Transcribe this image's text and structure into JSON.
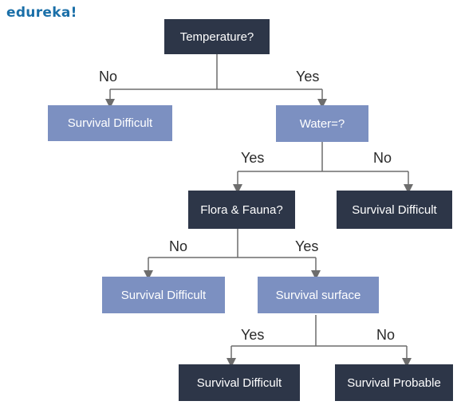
{
  "brand": {
    "logo": "edureka!"
  },
  "colors": {
    "dark_node": "#2d3648",
    "light_node": "#7c90c1",
    "connector": "#6d6d6d",
    "logo": "#1a6fa8"
  },
  "nodes": {
    "temperature": "Temperature?",
    "survival_difficult_1": "Survival Difficult",
    "water": "Water=?",
    "flora_fauna": "Flora & Fauna?",
    "survival_difficult_2": "Survival Difficult",
    "survival_difficult_3": "Survival Difficult",
    "survival_surface": "Survival surface",
    "survival_difficult_4": "Survival Difficult",
    "survival_probable": "Survival Probable"
  },
  "edges": {
    "temperature_no": "No",
    "temperature_yes": "Yes",
    "water_yes": "Yes",
    "water_no": "No",
    "flora_no": "No",
    "flora_yes": "Yes",
    "surface_yes": "Yes",
    "surface_no": "No"
  }
}
